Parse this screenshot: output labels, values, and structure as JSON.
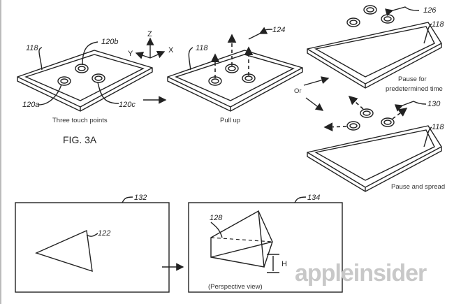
{
  "figure_label": "FIG. 3A",
  "axes": {
    "z": "Z",
    "y": "Y",
    "x": "X"
  },
  "refs": {
    "device": "118",
    "touch_a": "120a",
    "touch_b": "120b",
    "touch_c": "120c",
    "pull_up": "124",
    "pause_time": "126",
    "spread": "130",
    "view_2d": "132",
    "view_3d": "134",
    "triangle": "122",
    "prism": "128",
    "height": "H"
  },
  "captions": {
    "three_touch": "Three touch points",
    "pull_up": "Pull up",
    "pause_time_1": "Pause for",
    "pause_time_2": "predetermined time",
    "or": "Or",
    "pause_spread": "Pause and spread",
    "perspective": "(Perspective view)"
  },
  "watermark": "appleinsider"
}
